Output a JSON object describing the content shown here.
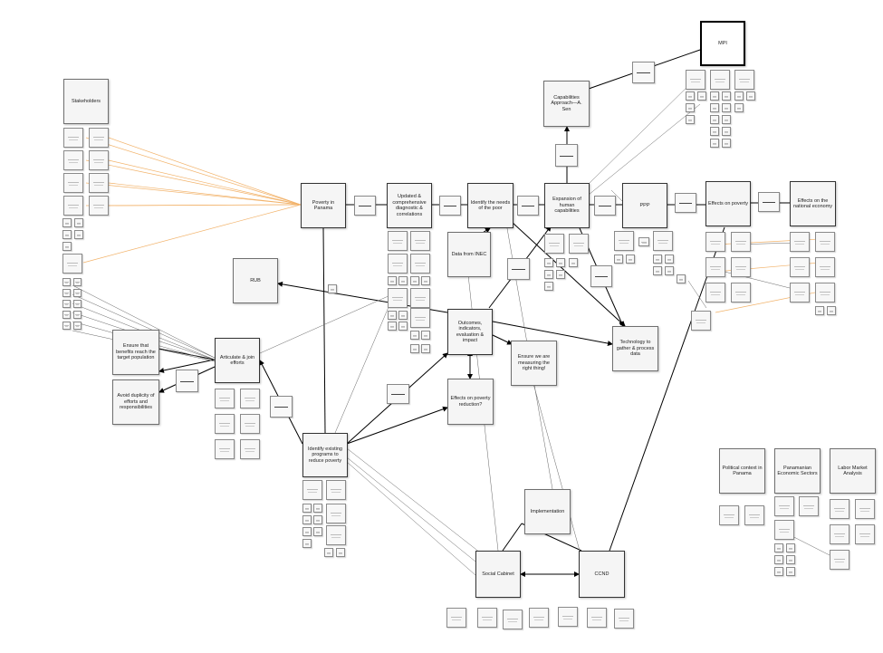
{
  "diagram": {
    "nodes": {
      "stakeholders": "Stakeholders",
      "poverty_panama": "Poverty in Panama",
      "updated_diagnostic": "Updated & comprehensive diagnostic & correlations",
      "identify_needs": "Identify the needs of the poor",
      "expansion_capabilities": "Expansion of human capabilities",
      "ppp": "PPP",
      "effects_poverty": "Effects on poverty",
      "effects_economy": "Effects on the national economy",
      "capabilities_approach": "Capabilities Approach—A. Sen",
      "mpi": "MPI",
      "data_inec": "Data from INEC",
      "rub": "RUB",
      "outcomes": "Outcomes, indicators, evaluation & impact",
      "technology": "Technology to gather & process data",
      "ensure_measuring": "Ensure we are measuring the right thing!",
      "effects_reduction": "Effects on poverty reduction?",
      "ensure_benefits": "Ensure that benefits reach the target population",
      "articulate": "Articulate & join efforts",
      "avoid_duplicity": "Avoid duplicity of efforts and responsibilities",
      "identify_programs": "Identify existing programs to reduce poverty",
      "implementation": "Implementation",
      "social_cabinet": "Social Cabinet",
      "ccnd": "CCND",
      "political_context": "Political context in Panama",
      "panamanian_sectors": "Panamanian Economic Sectors",
      "labor_market": "Labor Market Analysis"
    },
    "colors": {
      "line": "#000000",
      "thin_line": "#555555",
      "orange_link": "#f2b36b",
      "node_fill": "#f5f5f5",
      "node_border": "#6f6f6f"
    }
  }
}
